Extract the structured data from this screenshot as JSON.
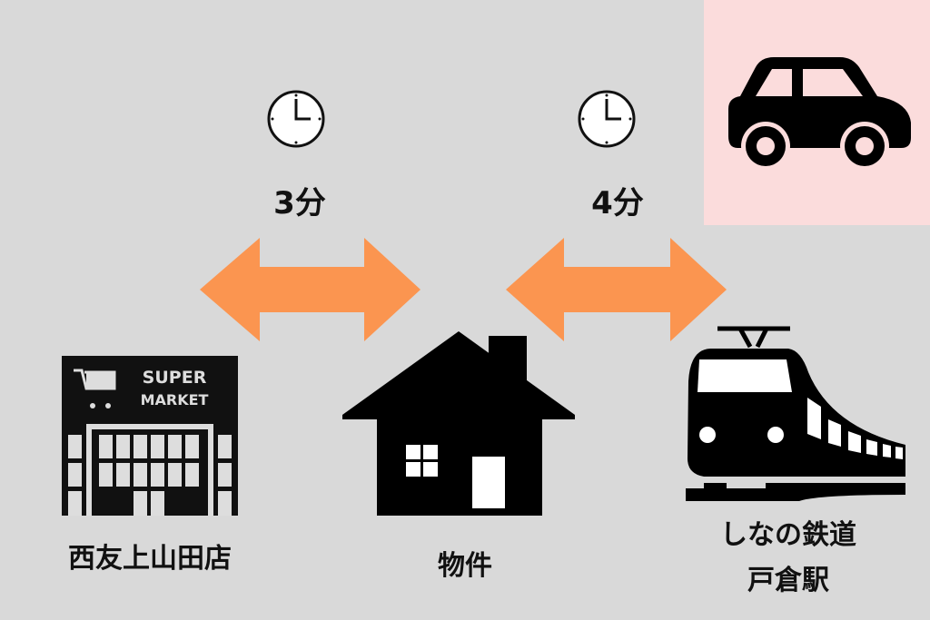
{
  "colors": {
    "background": "#d9d9d9",
    "car_panel": "#fbdcdc",
    "arrow": "#fb9550",
    "icon": "#000000"
  },
  "supermarket": {
    "sign_line1": "SUPER",
    "sign_line2": "MARKET",
    "label": "西友上山田店"
  },
  "property": {
    "label": "物件"
  },
  "station": {
    "label_line1": "しなの鉄道",
    "label_line2": "戸倉駅"
  },
  "routes": [
    {
      "time": "3分",
      "icon": "clock-icon"
    },
    {
      "time": "4分",
      "icon": "clock-icon"
    }
  ],
  "mode_icon": "car-icon"
}
